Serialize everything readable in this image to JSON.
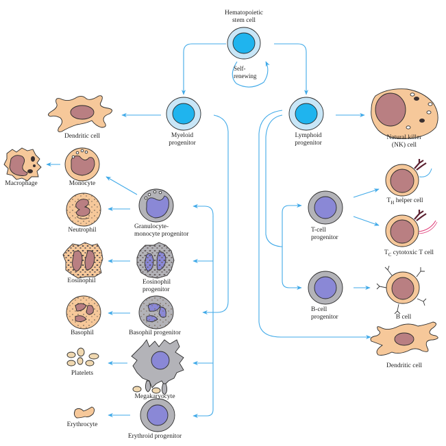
{
  "title": "Hematopoiesis",
  "colors": {
    "arrow": "#3fa9e8",
    "stem_cytoplasm": "#c8e6f7",
    "stem_nucleus": "#1fb4ee",
    "progenitor_cytoplasm": "#b3b3b8",
    "progenitor_nucleus": "#8a88d6",
    "mature_cytoplasm": "#f6c89a",
    "mature_nucleus": "#b97f82",
    "tc_receptor": "#e0407a"
  },
  "stem_cell": {
    "label_line1": "Hematopoietic",
    "label_line2": "stem cell",
    "self_renewing_line1": "Self-",
    "self_renewing_line2": "renewing"
  },
  "myeloid": {
    "progenitor": {
      "line1": "Myeloid",
      "line2": "progenitor"
    },
    "dendritic": "Dendritic cell",
    "monocyte": "Monocyte",
    "macrophage": "Macrophage",
    "neutrophil": "Neutrophil",
    "gm_progenitor": {
      "line1": "Granulocyte-",
      "line2": "monocyte progenitor"
    },
    "eosinophil": "Eosinophil",
    "eos_progenitor": {
      "line1": "Eosinophil",
      "line2": "progenitor"
    },
    "basophil": "Basophil",
    "baso_progenitor": "Basophil progenitor",
    "platelets": "Platelets",
    "megakaryocyte": "Megakaryocyte",
    "erythrocyte": "Erythrocyte",
    "erythroid_progenitor": "Erythroid progenitor"
  },
  "lymphoid": {
    "progenitor": {
      "line1": "Lymphoid",
      "line2": "progenitor"
    },
    "nk": {
      "line1": "Natural killer",
      "line2": "(NK) cell"
    },
    "tcell_progenitor": {
      "line1": "T-cell",
      "line2": "progenitor"
    },
    "th": {
      "prefix": "T",
      "sub": "H",
      "rest": " helper cell"
    },
    "tc": {
      "prefix": "T",
      "sub": "C",
      "rest": " cytotoxic T cell"
    },
    "bcell_progenitor": {
      "line1": "B-cell",
      "line2": "progenitor"
    },
    "bcell": "B cell",
    "dendritic": "Dendritic cell"
  }
}
